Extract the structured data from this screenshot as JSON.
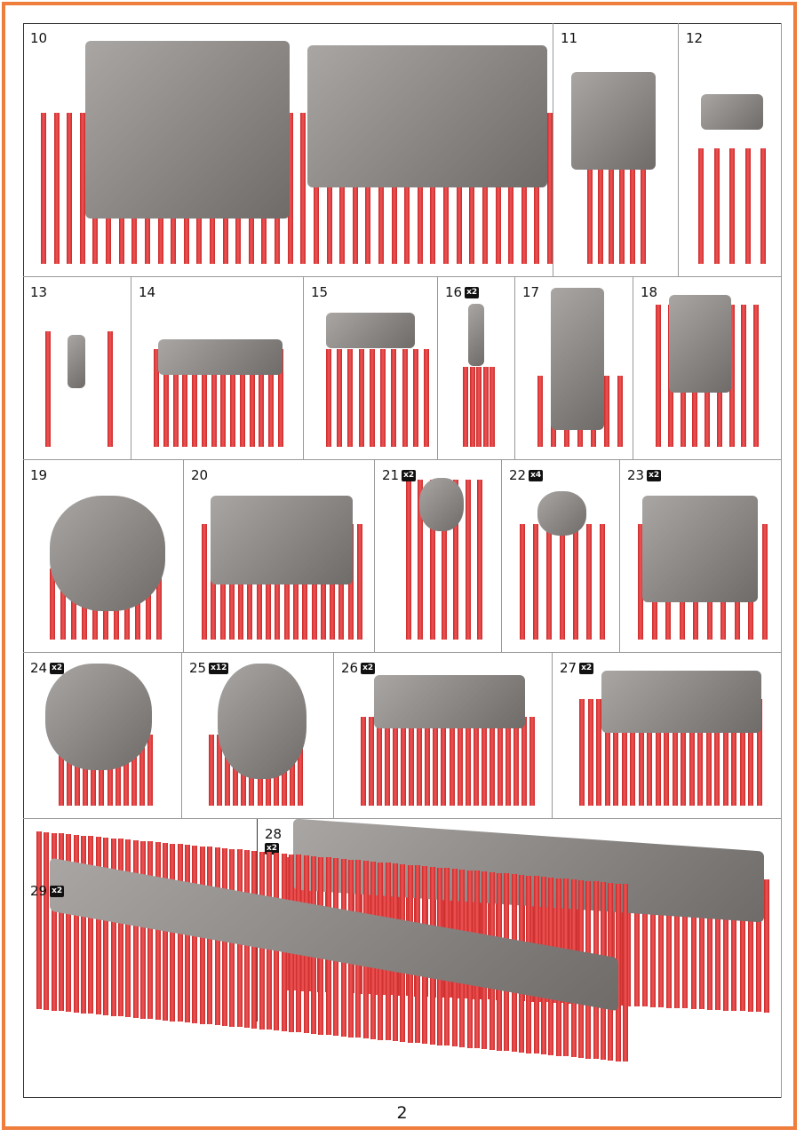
{
  "page_number": "2",
  "parts": [
    {
      "number": "10",
      "qty": ""
    },
    {
      "number": "11",
      "qty": ""
    },
    {
      "number": "12",
      "qty": ""
    },
    {
      "number": "13",
      "qty": ""
    },
    {
      "number": "14",
      "qty": ""
    },
    {
      "number": "15",
      "qty": ""
    },
    {
      "number": "16",
      "qty": "x2"
    },
    {
      "number": "17",
      "qty": ""
    },
    {
      "number": "18",
      "qty": ""
    },
    {
      "number": "19",
      "qty": ""
    },
    {
      "number": "20",
      "qty": ""
    },
    {
      "number": "21",
      "qty": "x2"
    },
    {
      "number": "22",
      "qty": "x4"
    },
    {
      "number": "23",
      "qty": "x2"
    },
    {
      "number": "24",
      "qty": "x2"
    },
    {
      "number": "25",
      "qty": "x12"
    },
    {
      "number": "26",
      "qty": "x2"
    },
    {
      "number": "27",
      "qty": "x2"
    },
    {
      "number": "28",
      "qty": "x2"
    },
    {
      "number": "29",
      "qty": "x2"
    }
  ],
  "colors": {
    "border": "#ef7d3c",
    "support": "#e23b3b",
    "part": "#8a8684"
  }
}
